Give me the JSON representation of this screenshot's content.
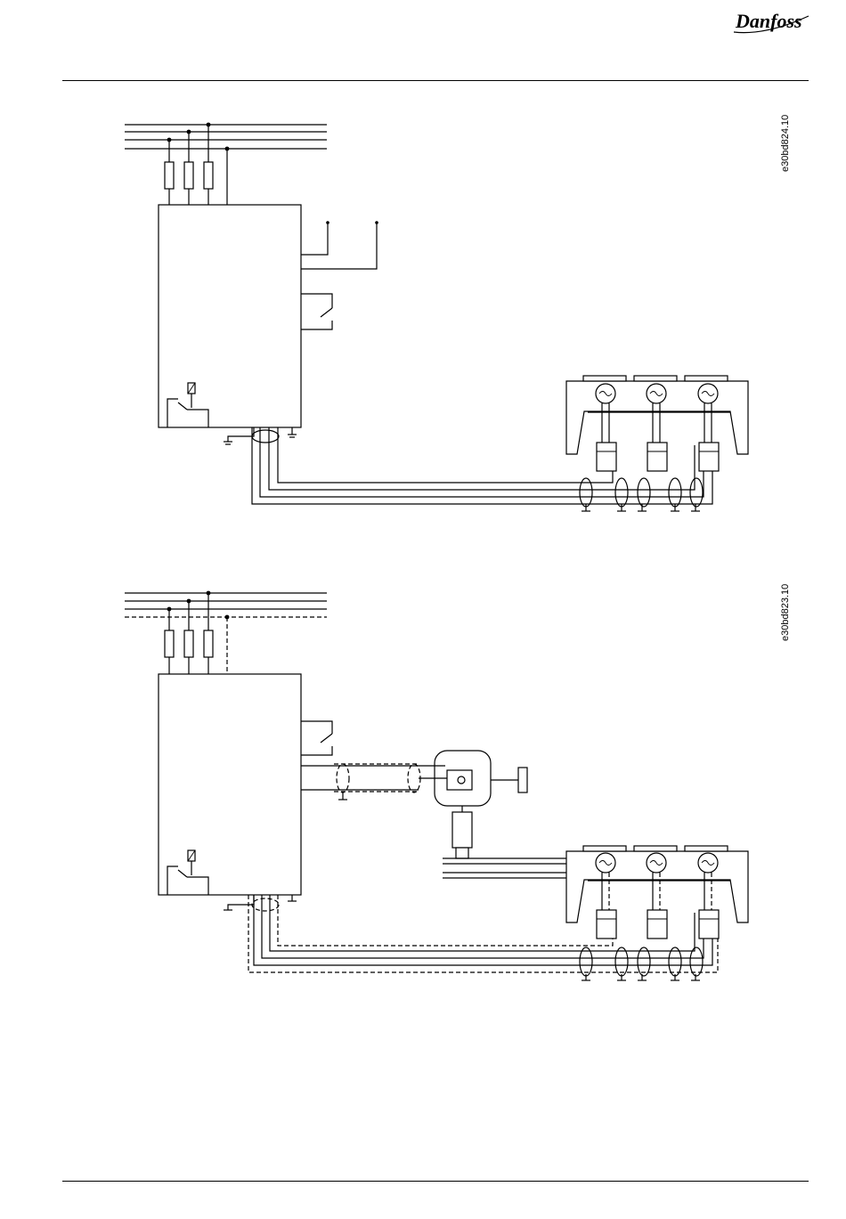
{
  "header": {
    "logo_text": "Danfoss"
  },
  "diagrams": [
    {
      "code": "e30bd824.10"
    },
    {
      "code": "e30bd823.10"
    }
  ]
}
